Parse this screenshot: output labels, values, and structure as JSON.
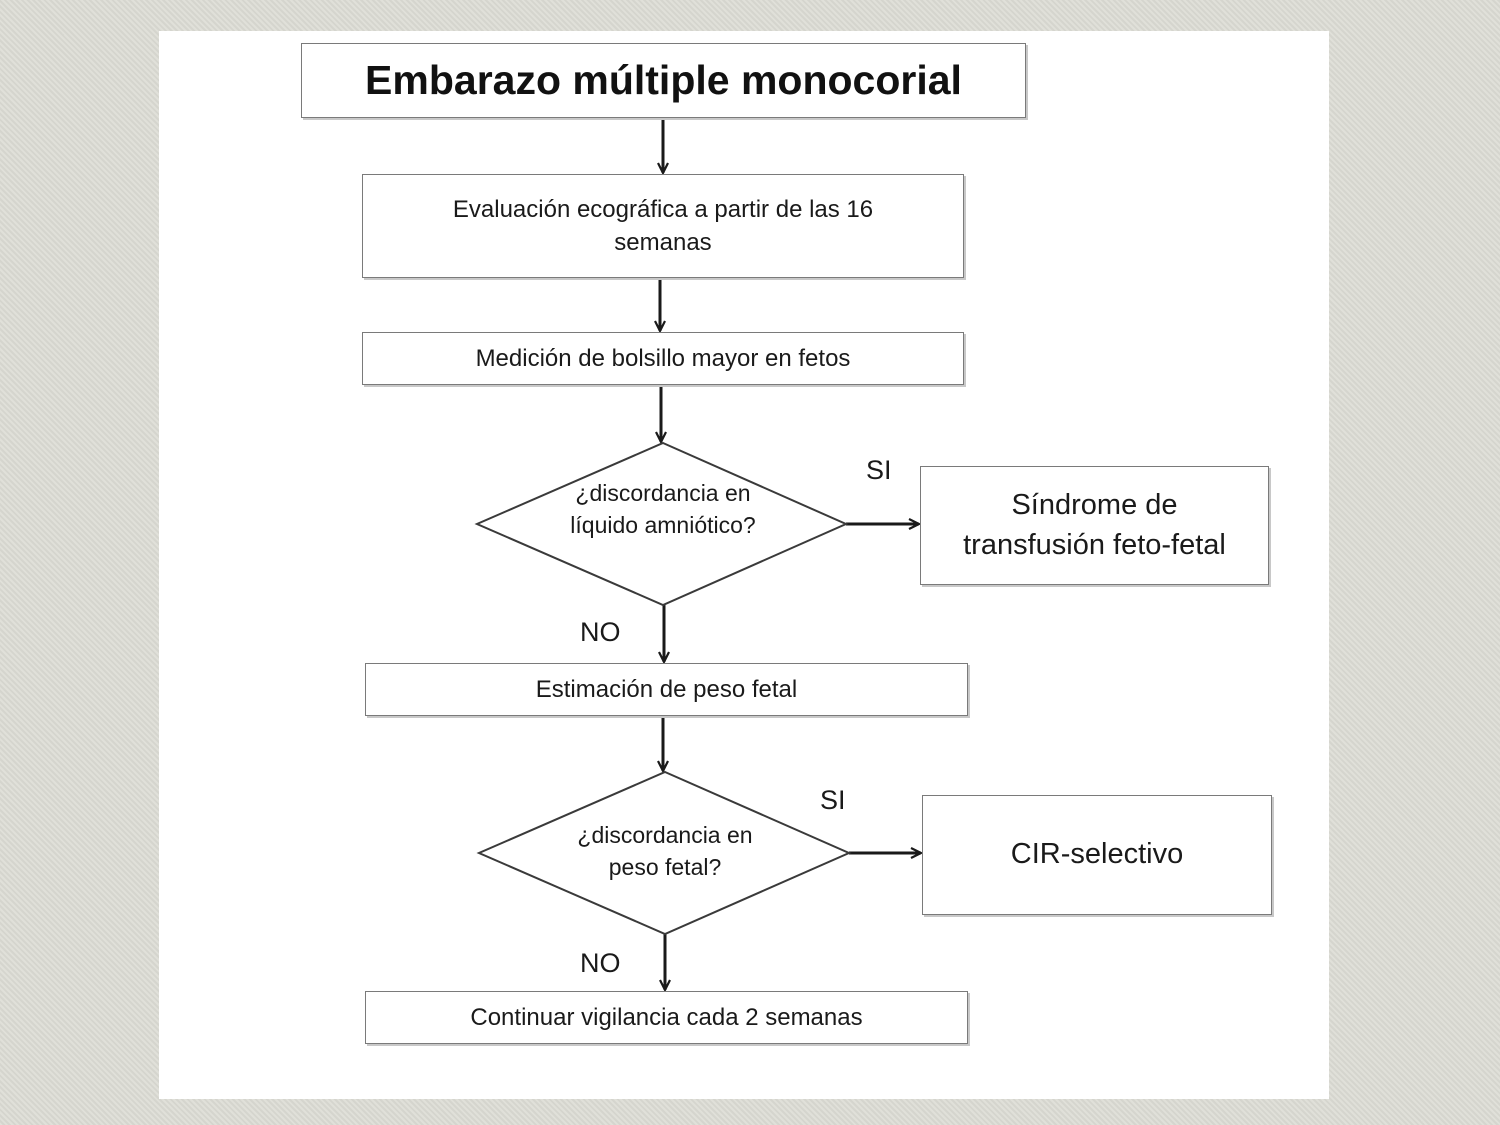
{
  "title": "Embarazo múltiple monocorial",
  "steps": {
    "eval": "Evaluación ecográfica a partir de las 16 semanas",
    "medicion": "Medición de bolsillo mayor en fetos",
    "estimacion": "Estimación de peso fetal",
    "continuar": "Continuar vigilancia cada 2 semanas"
  },
  "decisions": {
    "liquido": "¿discordancia en líquido amniótico?",
    "peso": "¿discordancia en peso fetal?"
  },
  "outcomes": {
    "sindrome": "Síndrome de transfusión feto-fetal",
    "cir": "CIR-selectivo"
  },
  "labels": {
    "si_1": "SI",
    "no_1": "NO",
    "si_2": "SI",
    "no_2": "NO"
  }
}
